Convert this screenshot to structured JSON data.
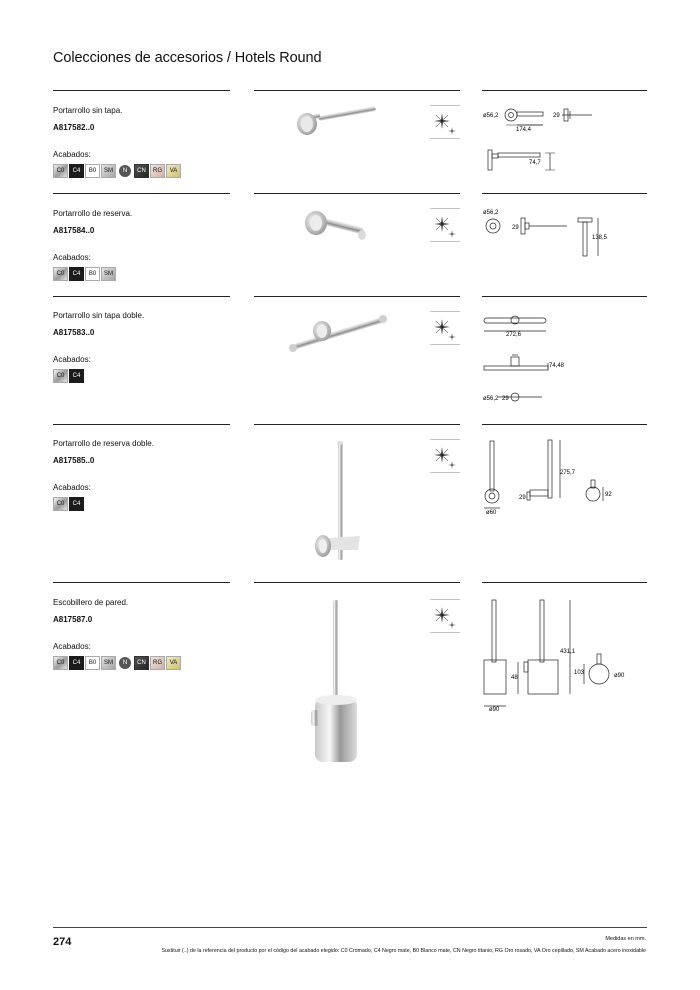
{
  "page_title": "Colecciones de accesorios / Hotels Round",
  "finishes_label": "Acabados:",
  "products": [
    {
      "name": "Portarrollo sin tapa.",
      "code": "A817582..0",
      "finishes": [
        "C0",
        "C4",
        "B0",
        "SM",
        "N",
        "CN",
        "RG",
        "VA"
      ]
    },
    {
      "name": "Portarrollo de reserva.",
      "code": "A817584..0",
      "finishes": [
        "C0",
        "C4",
        "B0",
        "SM"
      ]
    },
    {
      "name": "Portarrollo sin tapa doble.",
      "code": "A817583..0",
      "finishes": [
        "C0",
        "C4"
      ]
    },
    {
      "name": "Portarrollo de reserva doble.",
      "code": "A817585..0",
      "finishes": [
        "C0",
        "C4"
      ]
    },
    {
      "name": "Escobillero de pared.",
      "code": "A817587.0",
      "finishes": [
        "C0",
        "C4",
        "B0",
        "SM",
        "N",
        "CN",
        "RG",
        "VA"
      ]
    }
  ],
  "dims": {
    "p1": {
      "d1": "ø56,2",
      "d2": "174,4",
      "d3": "29",
      "d4": "74,7"
    },
    "p2": {
      "d1": "ø56,2",
      "d2": "29",
      "d3": "138,5"
    },
    "p3": {
      "d1": "272,6",
      "d2": "74,48",
      "d3": "ø56,2",
      "d4": "29"
    },
    "p4": {
      "d1": "275,7",
      "d2": "ø60",
      "d3": "29",
      "d4": "92"
    },
    "p5": {
      "d1": "431,1",
      "d2": "48",
      "d3": "ø90",
      "d4": "103",
      "d5": "ø90"
    }
  },
  "icons": {
    "sparkle": "sparkle-icon"
  },
  "footer": {
    "page_number": "274",
    "note": "Medidas en mm.",
    "legend": "Sustituir (..) de la referencia del producto por el código del acabado elegido: C0 Cromado, C4 Negro mate, B0 Blanco mate, CN Negro titanio, RG Oro rosado, VA Oro cepillado, SM Acabado acero inoxidable"
  }
}
